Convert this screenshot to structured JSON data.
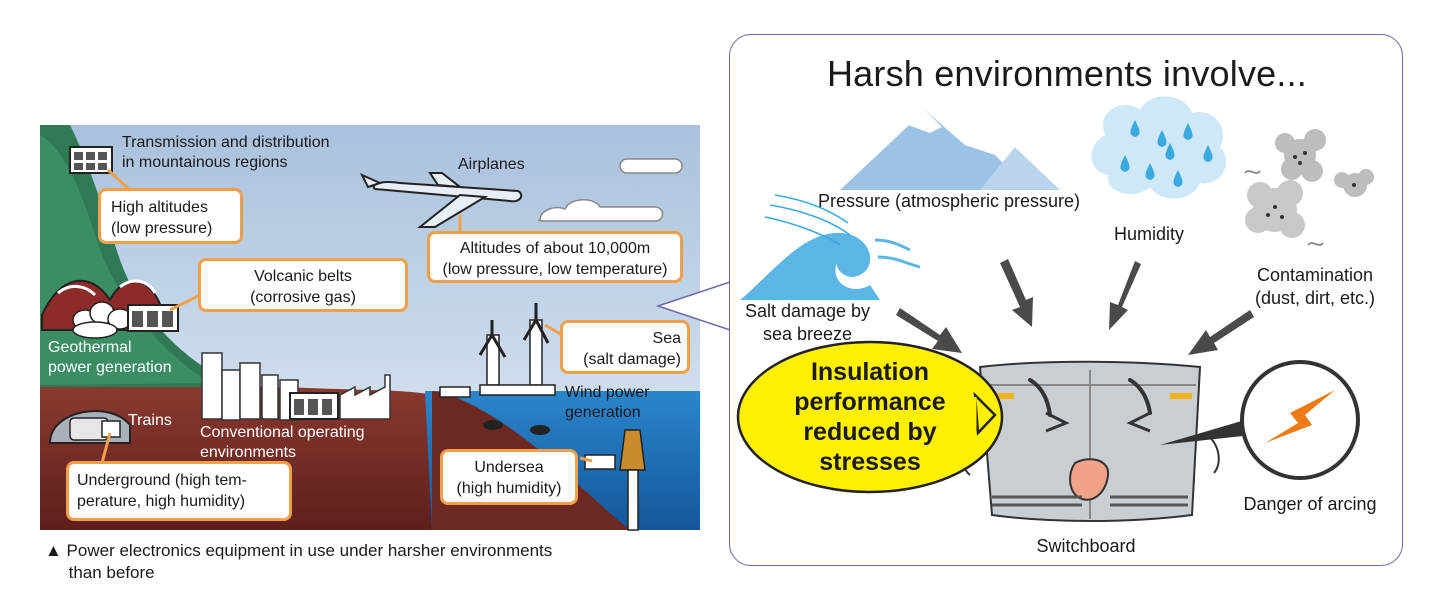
{
  "left": {
    "mountain_label": "Transmission and distribution\nin mountainous regions",
    "high_altitudes": "High altitudes\n(low pressure)",
    "airplanes": "Airplanes",
    "altitudes_10000": "Altitudes of about 10,000m\n(low pressure, low temperature)",
    "volcanic": "Volcanic belts\n(corrosive gas)",
    "geothermal": "Geothermal\npower generation",
    "sea": "Sea\n(salt damage)",
    "wind": "Wind power\ngeneration",
    "trains": "Trains",
    "conventional": "Conventional operating\nenvironments",
    "underground": "Underground (high tem-\nperature, high humidity)",
    "undersea": "Undersea\n(high humidity)",
    "caption": "▲ Power electronics equipment in use under harsher environments\n     than before"
  },
  "right": {
    "title": "Harsh environments involve...",
    "pressure": "Pressure (atmospheric pressure)",
    "humidity": "Humidity",
    "salt": "Salt damage by\nsea breeze",
    "contamination": "Contamination\n(dust, dirt, etc.)",
    "insulation": "Insulation\nperformance\nreduced by\nstresses",
    "switchboard": "Switchboard",
    "arcing": "Danger of arcing"
  },
  "colors": {
    "sky": "#b9cde4",
    "ground": "#7a2a24",
    "sea": "#1f6fb8",
    "callout_border": "#f0a04b",
    "bubble_yellow": "#ffef00",
    "arrow": "#4a4a4a",
    "arc_orange": "#ee7b12",
    "panel_border": "#6b68a8",
    "water_blue": "#3aa9e0"
  }
}
